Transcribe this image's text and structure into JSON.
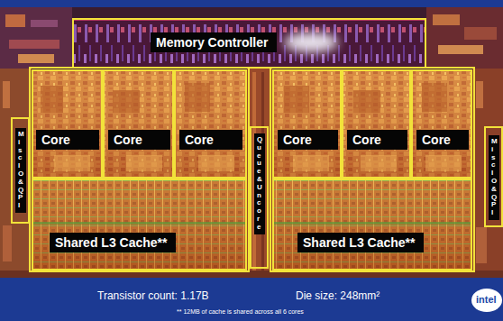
{
  "diagram": {
    "nodes": [
      {
        "text": [
          "Memory Controller"
        ]
      },
      {
        "text": [
          "Misc IO & QPI"
        ]
      },
      {
        "text": [
          "Core"
        ]
      },
      {
        "text": [
          "Core"
        ]
      },
      {
        "text": [
          "Core"
        ]
      },
      {
        "text": [
          "Shared L3 Cache**"
        ]
      },
      {
        "text": [
          "Queue & Uncore"
        ]
      },
      {
        "text": [
          "Core"
        ]
      },
      {
        "text": [
          "Core"
        ]
      },
      {
        "text": [
          "Core"
        ]
      },
      {
        "text": [
          "Shared L3 Cache**"
        ]
      },
      {
        "text": [
          "Misc IO & QPI"
        ]
      }
    ],
    "labels": [
      "Transistor count: 1.17B",
      "Die size: 248mm²",
      "** 12MB of cache is shared across all 6 cores",
      "intel"
    ]
  }
}
